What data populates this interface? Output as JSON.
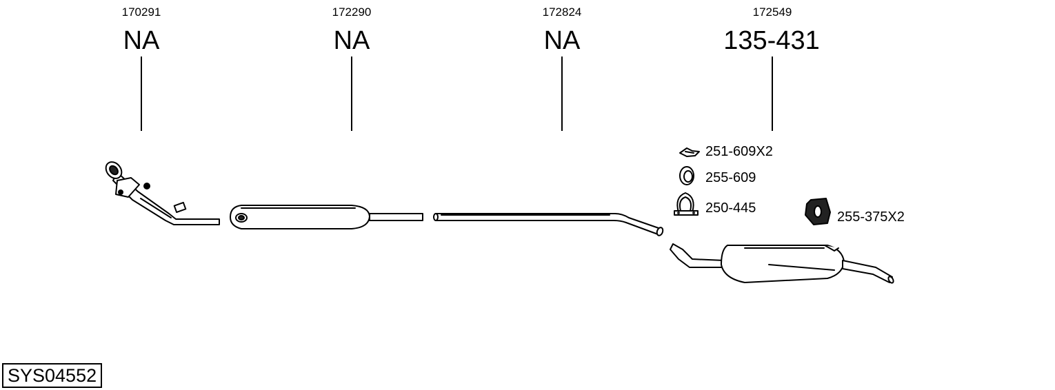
{
  "parts": [
    {
      "ref": "170291",
      "number": "NA"
    },
    {
      "ref": "172290",
      "number": "NA"
    },
    {
      "ref": "172824",
      "number": "NA"
    },
    {
      "ref": "172549",
      "number": "135-431"
    }
  ],
  "accessories": [
    {
      "label": "251-609X2",
      "icon": "hanger-clip-icon"
    },
    {
      "label": "255-609",
      "icon": "rubber-ring-icon"
    },
    {
      "label": "250-445",
      "icon": "pipe-clamp-icon"
    },
    {
      "label": "255-375X2",
      "icon": "rubber-mount-icon"
    }
  ],
  "system_code": "SYS04552"
}
